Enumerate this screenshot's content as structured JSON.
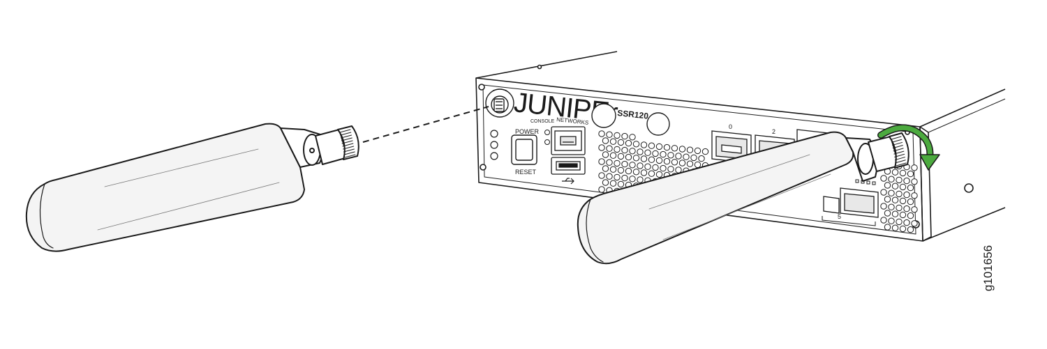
{
  "device": {
    "brand": "JUNIPEr",
    "brand_sub": "NETWORKS",
    "model": "SSR120",
    "labels": {
      "console": "CONSOLE",
      "power": "POWER",
      "reset": "RESET",
      "port_0": "0",
      "port_2": "2",
      "port_5": "5"
    }
  },
  "figure_id": "g101656",
  "colors": {
    "line": "#1a1a1a",
    "chassis": "#ffffff",
    "antenna_fill": "#f4f4f4",
    "rotation_arrow": "#4caa3f"
  }
}
